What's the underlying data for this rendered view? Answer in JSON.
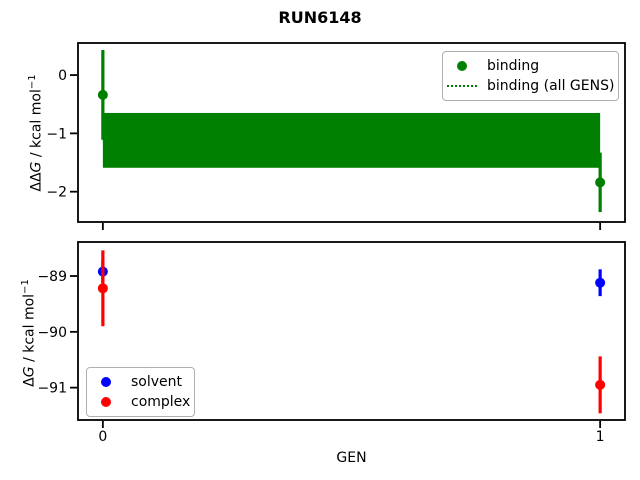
{
  "title": "RUN6148",
  "colors": {
    "binding": "#008000",
    "solvent": "#0000ff",
    "complex": "#ff0000",
    "axis": "#000000",
    "legend_border": "#b0b0b0"
  },
  "chart_data": [
    {
      "type": "scatter",
      "title": "",
      "xlabel": "",
      "ylabel": {
        "prefix": "ΔΔ",
        "variable": "G",
        "unit": " / kcal mol",
        "exponent": "−1"
      },
      "xlim": [
        -0.05,
        1.05
      ],
      "ylim": [
        -2.52,
        0.55
      ],
      "xticks": [
        0,
        1
      ],
      "xtick_labels": [],
      "yticks": [
        0,
        -1,
        -2
      ],
      "ytick_labels": [
        "0",
        "−1",
        "−2"
      ],
      "grid": false,
      "legend": {
        "position": "upper right",
        "items": [
          "binding",
          "binding (all GENS)"
        ]
      },
      "series": [
        {
          "name": "binding",
          "color": "#008000",
          "marker": "circle",
          "x": [
            0,
            1
          ],
          "y": [
            -0.34,
            -1.84
          ],
          "yerr": [
            0.77,
            0.51
          ]
        }
      ],
      "band": {
        "name": "binding (all GENS)",
        "color": "#008000",
        "linestyle": "dotted",
        "x_range": [
          0,
          1
        ],
        "y_center": -1.12,
        "y_high": -0.65,
        "y_low": -1.59
      }
    },
    {
      "type": "scatter",
      "title": "",
      "xlabel": "GEN",
      "ylabel": {
        "prefix": "Δ",
        "variable": "G",
        "unit": " / kcal mol",
        "exponent": "−1"
      },
      "xlim": [
        -0.05,
        1.05
      ],
      "ylim": [
        -91.58,
        -88.39
      ],
      "xticks": [
        0,
        1
      ],
      "xtick_labels": [
        "0",
        "1"
      ],
      "yticks": [
        -89,
        -90,
        -91
      ],
      "ytick_labels": [
        "−89",
        "−90",
        "−91"
      ],
      "grid": false,
      "legend": {
        "position": "lower left",
        "items": [
          "solvent",
          "complex"
        ]
      },
      "series": [
        {
          "name": "solvent",
          "color": "#0000ff",
          "marker": "circle",
          "x": [
            0,
            1
          ],
          "y": [
            -88.92,
            -89.12
          ],
          "yerr": [
            0.2,
            0.24
          ]
        },
        {
          "name": "complex",
          "color": "#ff0000",
          "marker": "circle",
          "x": [
            0,
            1
          ],
          "y": [
            -89.22,
            -90.95
          ],
          "yerr": [
            0.68,
            0.51
          ]
        }
      ]
    }
  ]
}
